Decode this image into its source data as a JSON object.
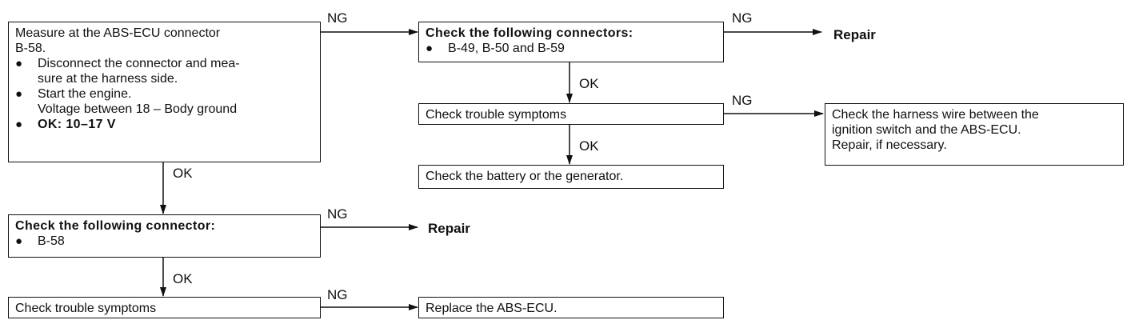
{
  "boxes": {
    "measure": {
      "line1": "Measure at the ABS-ECU connector",
      "line2": "B-58.",
      "b1": "Disconnect the connector and mea-",
      "b1_cont": "sure at the harness side.",
      "b2": "Start the engine.",
      "b2_cont": "Voltage between 18 – Body ground",
      "b3": "OK: 10–17 V"
    },
    "check_connectors": {
      "title": "Check the following connectors:",
      "item": "B-49, B-50 and B-59"
    },
    "trouble_top": {
      "text": "Check trouble symptoms"
    },
    "battery": {
      "text": "Check the battery or the generator."
    },
    "harness": {
      "line1": "Check the harness wire between the",
      "line2": "ignition switch and the ABS-ECU.",
      "line3": "Repair, if necessary."
    },
    "check_connector": {
      "title": "Check the following connector:",
      "item": "B-58"
    },
    "trouble_bottom": {
      "text": "Check trouble symptoms"
    },
    "replace": {
      "text": "Replace the ABS-ECU."
    }
  },
  "outcomes": {
    "repair_top": "Repair",
    "repair_mid": "Repair"
  },
  "labels": {
    "ng1": "NG",
    "ng2": "NG",
    "ng3": "NG",
    "ng4": "NG",
    "ng5": "NG",
    "ok1": "OK",
    "ok2": "OK",
    "ok3": "OK",
    "ok4": "OK"
  },
  "bullet": "●"
}
